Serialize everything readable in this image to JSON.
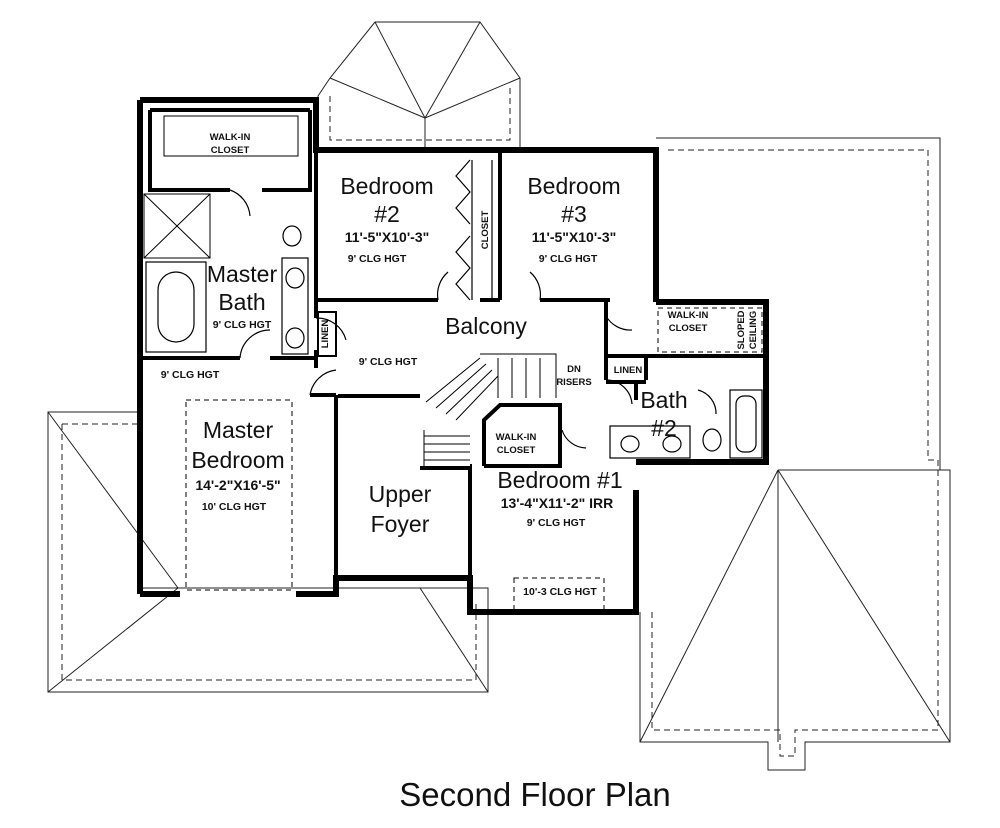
{
  "title": "Second Floor Plan",
  "rooms": {
    "walk_in_closet_master": "WALK-IN\nCLOSET",
    "bedroom2": {
      "name": "Bedroom\n#2",
      "size": "11'-5\"X10'-3\"",
      "ceiling": "9' CLG HGT"
    },
    "bedroom3": {
      "name": "Bedroom\n#3",
      "size": "11'-5\"X10'-3\"",
      "ceiling": "9' CLG HGT"
    },
    "closet_bed2": "CLOSET",
    "master_bath": {
      "name": "Master\nBath",
      "ceiling": "9' CLG HGT"
    },
    "linen_master": "LINEN",
    "balcony": {
      "name": "Balcony",
      "ceiling": "9' CLG HGT"
    },
    "walk_in_closet_bed3": "WALK-IN\nCLOSET",
    "sloped_ceiling": "SLOPED\nCEILING",
    "dn_risers": "DN\nRISERS",
    "linen_bath2": "LINEN",
    "bath2": {
      "name": "Bath\n#2"
    },
    "master_hall_ceiling": "9' CLG HGT",
    "master_bedroom": {
      "name": "Master\nBedroom",
      "size": "14'-2\"X16'-5\"",
      "ceiling": "10' CLG HGT"
    },
    "walk_in_closet_bed1": "WALK-IN\nCLOSET",
    "bedroom1": {
      "name": "Bedroom #1",
      "size": "13'-4\"X11'-2\" IRR",
      "ceiling": "9' CLG HGT",
      "tray_ceiling": "10'-3 CLG HGT"
    },
    "upper_foyer": {
      "name": "Upper\nFoyer"
    }
  }
}
